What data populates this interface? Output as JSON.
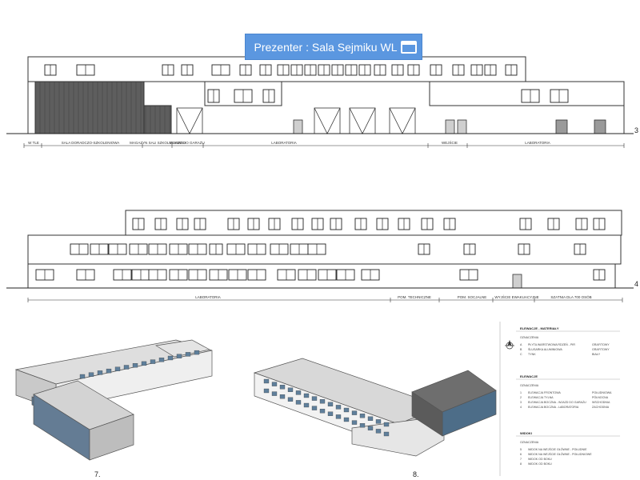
{
  "presenter": {
    "title": "Prezenter : Sala Sejmiku WL",
    "icon": "window-icon"
  },
  "elevation1": {
    "number": "3",
    "labels": [
      "W TLE",
      "SALA DORADCZO-SZKOLENIOWA",
      "MAGAZYN SALI SZKOLENIOWEJ",
      "WJAZD DO GARAŻU",
      "LABORATORIA",
      "WEJŚCIE",
      "LABORATORIA"
    ]
  },
  "elevation2": {
    "number": "4",
    "labels": [
      "LABORATORIA",
      "POM. TECHNICZNE",
      "POM. SOCJALNE",
      "WYJŚCIE EWAKUACYJNE",
      "SZATNIA DLA 700 OSÓB"
    ]
  },
  "views": {
    "view7": "7.",
    "view8": "8."
  },
  "legend": {
    "section1_title": "ELEWACJE - MATERIAŁY",
    "section1_sub": "OZNACZENIA",
    "section1_rows": [
      {
        "code": "A",
        "name": "PŁYTA WARSTWOWA RDZEŃ - PIR",
        "color": "GRAFITOWY"
      },
      {
        "code": "B",
        "name": "ŚLUSARKA ALUMINIOWA",
        "color": "GRAFITOWY"
      },
      {
        "code": "C",
        "name": "TYNK",
        "color": "BIAŁY"
      }
    ],
    "section2_title": "ELEWACJE",
    "section2_sub": "OZNACZENIA",
    "section2_rows": [
      {
        "code": "1",
        "name": "ELEWACJA FRONTOWA",
        "dir": "POŁUDNIOWA"
      },
      {
        "code": "2",
        "name": "ELEWACJA TYLNA",
        "dir": "PÓŁNOCNA"
      },
      {
        "code": "3",
        "name": "ELEWACJA BOCZNA - WJAZD DO GARAŻU",
        "dir": "WSCHODNIA"
      },
      {
        "code": "4",
        "name": "ELEWACJA BOCZNA - LABORATORIA",
        "dir": "ZACHODNIA"
      }
    ],
    "section3_title": "WIDOKI",
    "section3_sub": "OZNACZENIA",
    "section3_rows": [
      {
        "code": "5",
        "name": "WIDOK NA WEJŚCIE GŁÓWNE - POŁUDNIE"
      },
      {
        "code": "6",
        "name": "WIDOK NA WEJŚCIE GŁÓWNE - POŁUDNIOWE"
      },
      {
        "code": "7",
        "name": "WIDOK OD BOKU"
      },
      {
        "code": "8",
        "name": "WIDOK OD BOKU"
      }
    ]
  }
}
